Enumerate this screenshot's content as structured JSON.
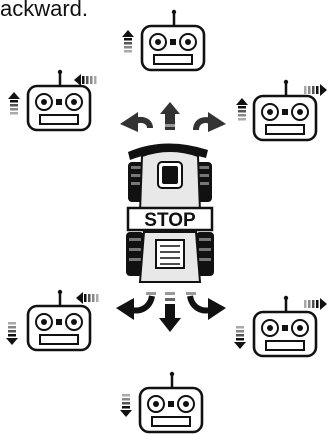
{
  "caption": "ackward.",
  "stop_label": "STOP",
  "colors": {
    "ink": "#111111",
    "arrow_dark": "#222222",
    "arrow_mid": "#555555",
    "stripe_light": "#9a9a9a",
    "remote_fill": "#ffffff",
    "car_body": "#e8e8e8"
  },
  "icons": {
    "remote": "remote-control-icon",
    "car": "rc-car-top-view",
    "arrow": "direction-arrow-icon",
    "motion_hint": "motion-stripes-icon"
  },
  "remotes": [
    {
      "id": "forward",
      "motion": "forward-straight"
    },
    {
      "id": "forward-left",
      "motion": "forward-left"
    },
    {
      "id": "forward-right",
      "motion": "forward-right"
    },
    {
      "id": "backward-left",
      "motion": "backward-left"
    },
    {
      "id": "backward-right",
      "motion": "backward-right"
    },
    {
      "id": "backward",
      "motion": "backward-straight"
    }
  ],
  "car_arrows": [
    "forward-left",
    "forward",
    "forward-right",
    "backward-left",
    "backward",
    "backward-right"
  ]
}
